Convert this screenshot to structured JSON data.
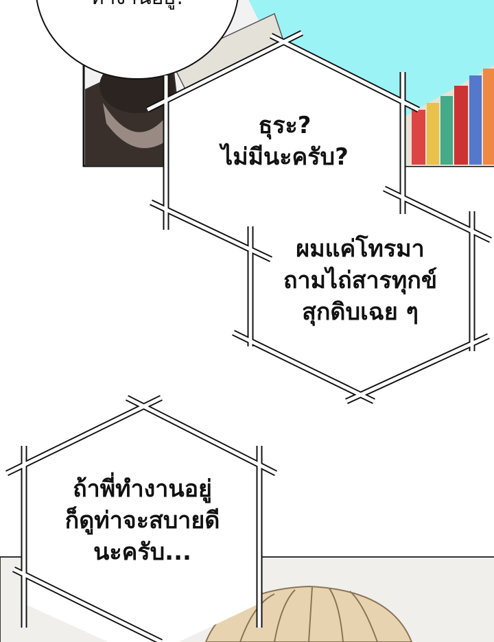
{
  "panels": {
    "top_bubble": {
      "text": "ทำงานอยู่!"
    },
    "hex_1": {
      "lines": [
        "ธุระ?",
        "ไม่มีนะครับ?"
      ]
    },
    "hex_2": {
      "lines": [
        "ผมแค่โทรมา",
        "ถามไถ่สารทุกข์",
        "สุกดิบเฉย ๆ"
      ]
    },
    "hex_3": {
      "lines": [
        "ถ้าพี่ทำงานอยู่",
        "ก็ดูท่าจะสบายดี",
        "นะครับ..."
      ]
    }
  },
  "colors": {
    "sky": "#9cf3f6",
    "hair": "#e8d3b0",
    "ink": "#111111"
  }
}
